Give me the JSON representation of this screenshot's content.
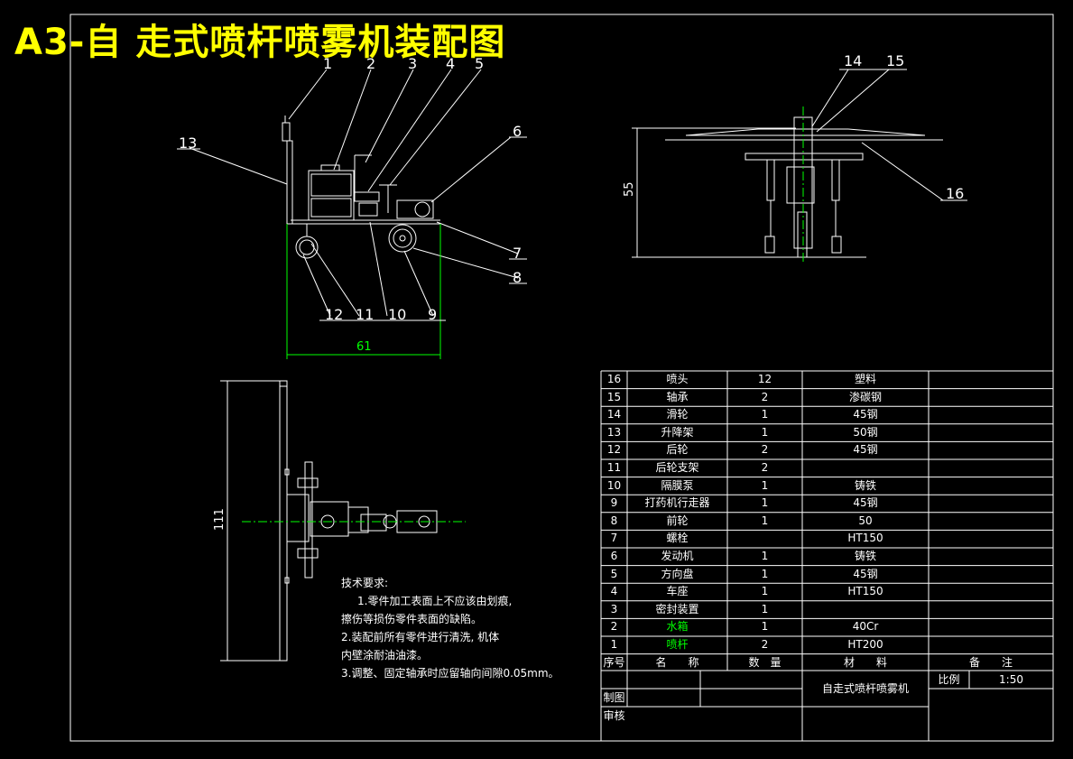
{
  "title": "A3-自 走式喷杆喷雾机装配图",
  "dimensions": {
    "width_label": "61",
    "height_label": "55",
    "length_label": "111"
  },
  "callouts": [
    "1",
    "2",
    "3",
    "4",
    "5",
    "6",
    "7",
    "8",
    "9",
    "10",
    "11",
    "12",
    "13",
    "14",
    "15",
    "16"
  ],
  "tech_requirements": {
    "heading": "技术要求:",
    "lines": [
      "1.零件加工表面上不应该由划痕,",
      "擦伤等损伤零件表面的缺陷。",
      "2.装配前所有零件进行清洗, 机体",
      "内壁涂耐油油漆。",
      "3.调整、固定轴承时应留轴向间隙0.05mm。"
    ]
  },
  "bom": {
    "rows": [
      {
        "no": "16",
        "name": "喷头",
        "qty": "12",
        "material": "塑料",
        "note": ""
      },
      {
        "no": "15",
        "name": "轴承",
        "qty": "2",
        "material": "渗碳钢",
        "note": ""
      },
      {
        "no": "14",
        "name": "滑轮",
        "qty": "1",
        "material": "45钢",
        "note": ""
      },
      {
        "no": "13",
        "name": "升降架",
        "qty": "1",
        "material": "50钢",
        "note": ""
      },
      {
        "no": "12",
        "name": "后轮",
        "qty": "2",
        "material": "45钢",
        "note": ""
      },
      {
        "no": "11",
        "name": "后轮支架",
        "qty": "2",
        "material": "",
        "note": ""
      },
      {
        "no": "10",
        "name": "隔膜泵",
        "qty": "1",
        "material": "铸铁",
        "note": ""
      },
      {
        "no": "9",
        "name": "打药机行走器",
        "qty": "1",
        "material": "45钢",
        "note": ""
      },
      {
        "no": "8",
        "name": "前轮",
        "qty": "1",
        "material": "50",
        "note": ""
      },
      {
        "no": "7",
        "name": "螺栓",
        "qty": "",
        "material": "HT150",
        "note": ""
      },
      {
        "no": "6",
        "name": "发动机",
        "qty": "1",
        "material": "铸铁",
        "note": ""
      },
      {
        "no": "5",
        "name": "方向盘",
        "qty": "1",
        "material": "45钢",
        "note": ""
      },
      {
        "no": "4",
        "name": "车座",
        "qty": "1",
        "material": "HT150",
        "note": ""
      },
      {
        "no": "3",
        "name": "密封装置",
        "qty": "1",
        "material": "",
        "note": ""
      },
      {
        "no": "2",
        "name": "水箱",
        "qty": "1",
        "material": "40Cr",
        "note": ""
      },
      {
        "no": "1",
        "name": "喷杆",
        "qty": "2",
        "material": "HT200",
        "note": ""
      }
    ],
    "header": {
      "no": "序号",
      "name": "名　　称",
      "qty": "数　量",
      "material": "材　　料",
      "note": "备　　注"
    },
    "title_block": {
      "drawn_label": "制图",
      "checked_label": "审核",
      "drawing_name": "自走式喷杆喷雾机",
      "scale_label": "比例",
      "scale_value": "1:50"
    }
  },
  "colors": {
    "background": "#000000",
    "line": "#ffffff",
    "dim": "#00ff00",
    "title": "#ffff00"
  }
}
